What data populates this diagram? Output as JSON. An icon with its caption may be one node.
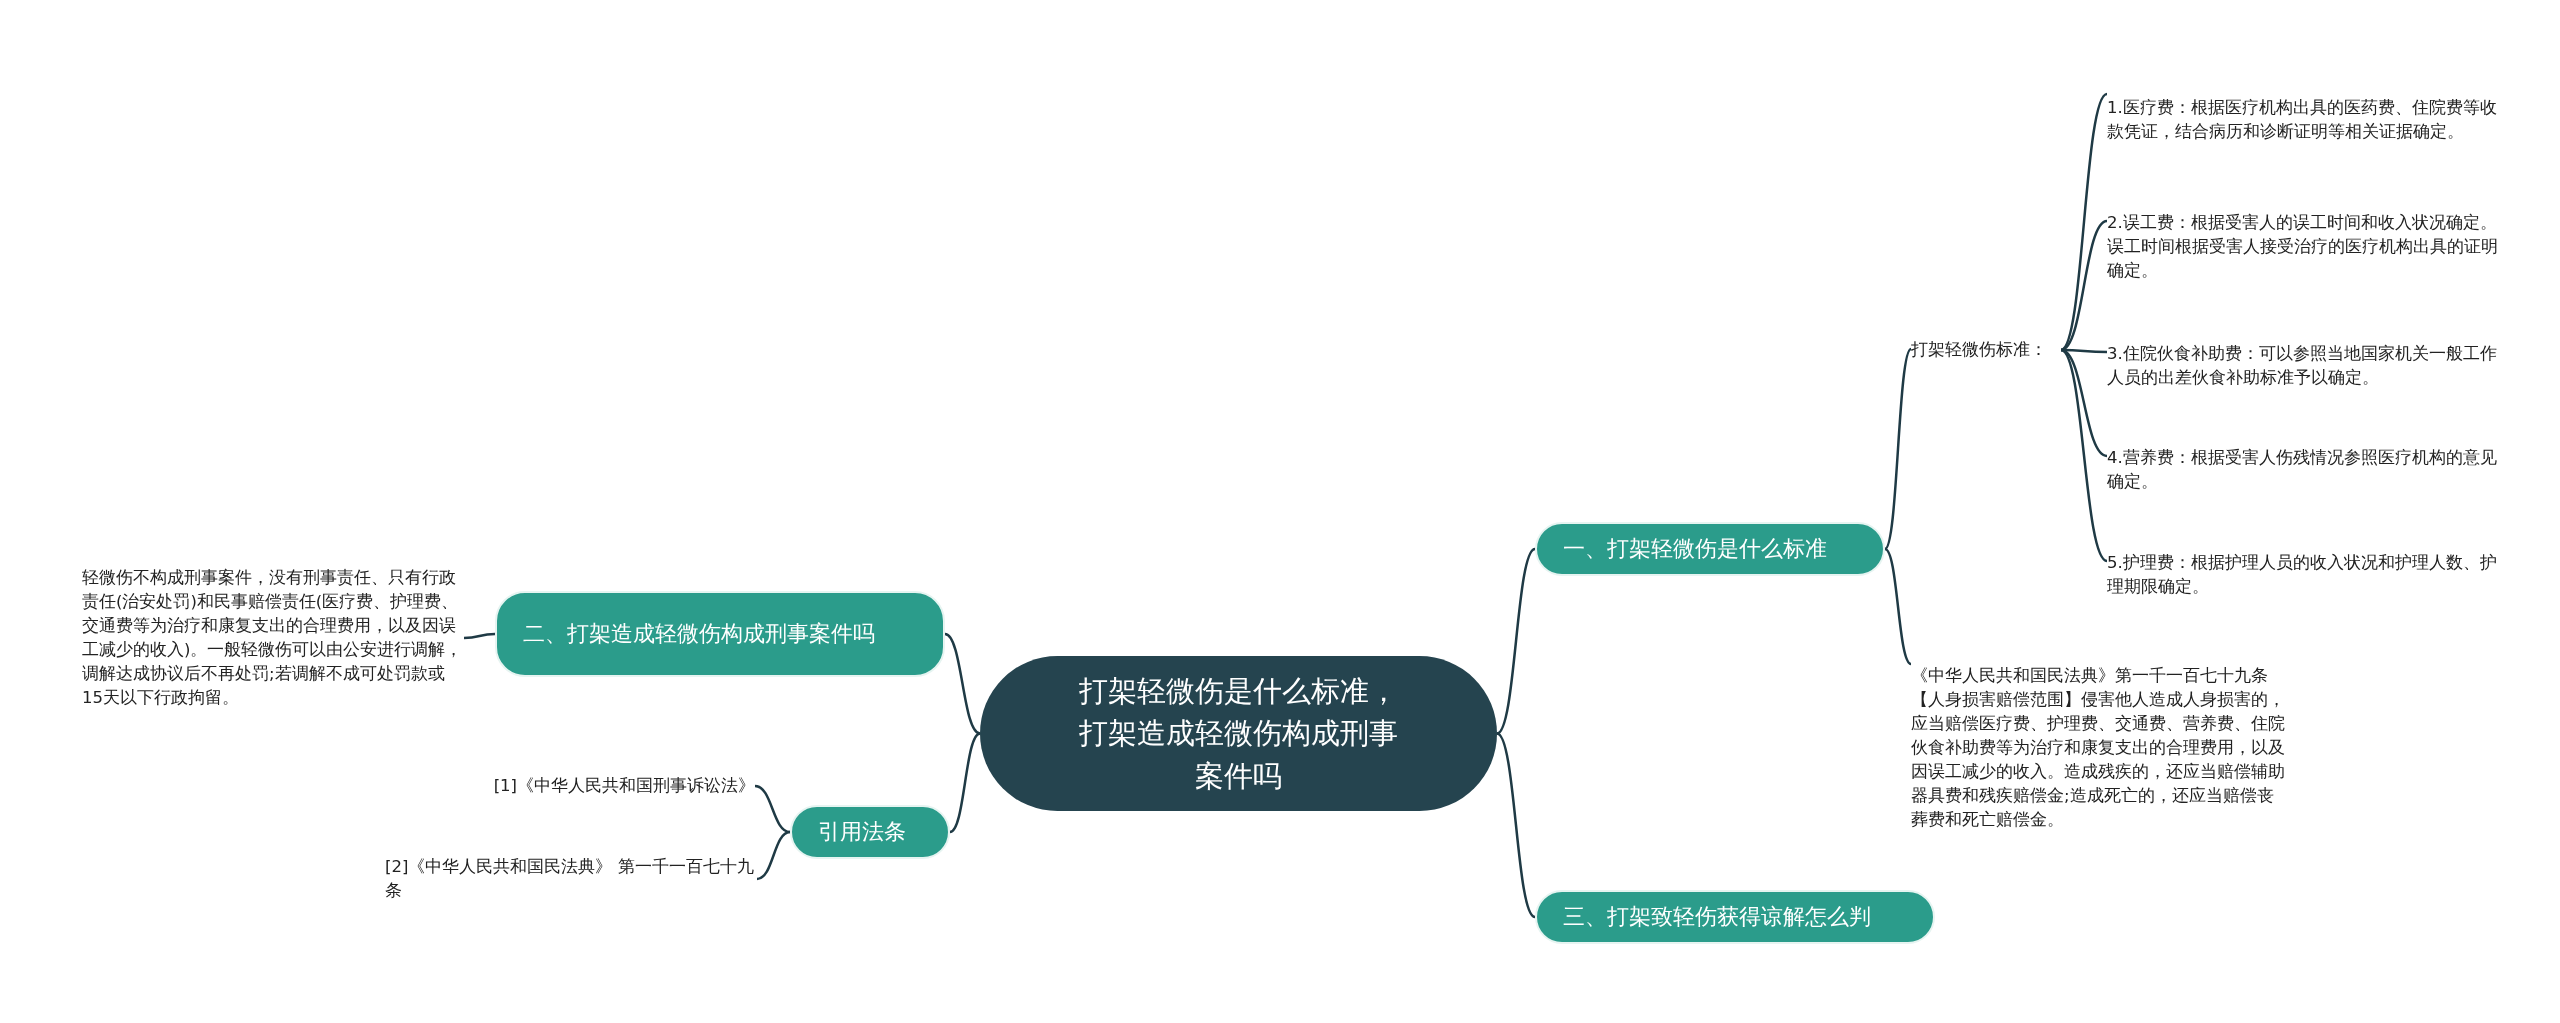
{
  "diagram": {
    "nodes": [
      {
        "text": [
          "打架轻微伤是什么标准，打架造成轻微伤构成刑事案件吗"
        ]
      },
      {
        "text": [
          "一、打架轻微伤是什么标准"
        ]
      },
      {
        "text": [
          "打架轻微伤标准："
        ]
      },
      {
        "text": [
          "1.医疗费：根据医疗机构出具的医药费、住院费等收款凭证，结合病历和诊断证明等相关证据确定。"
        ]
      },
      {
        "text": [
          "2.误工费：根据受害人的误工时间和收入状况确定。误工时间根据受害人接受治疗的医疗机构出具的证明确定。"
        ]
      },
      {
        "text": [
          "3.住院伙食补助费：可以参照当地国家机关一般工作人员的出差伙食补助标准予以确定。"
        ]
      },
      {
        "text": [
          "4.营养费：根据受害人伤残情况参照医疗机构的意见确定。"
        ]
      },
      {
        "text": [
          "5.护理费：根据护理人员的收入状况和护理人数、护理期限确定。"
        ]
      },
      {
        "text": [
          "《中华人民共和国民法典》第一千一百七十九条【人身损害赔偿范围】侵害他人造成人身损害的，应当赔偿医疗费、护理费、交通费、营养费、住院伙食补助费等为治疗和康复支出的合理费用，以及因误工减少的收入。造成残疾的，还应当赔偿辅助器具费和残疾赔偿金;造成死亡的，还应当赔偿丧葬费和死亡赔偿金。"
        ]
      },
      {
        "text": [
          "二、打架造成轻微伤构成刑事案件吗"
        ]
      },
      {
        "text": [
          "轻微伤不构成刑事案件，没有刑事责任、只有行政责任(治安处罚)和民事赔偿责任(医疗费、护理费、交通费等为治疗和康复支出的合理费用，以及因误工减少的收入)。一般轻微伤可以由公安进行调解，调解达成协议后不再处罚;若调解不成可处罚款或15天以下行政拘留。"
        ]
      },
      {
        "text": [
          "引用法条"
        ]
      },
      {
        "text": [
          "[1]《中华人民共和国刑事诉讼法》"
        ]
      },
      {
        "text": [
          "[2]《中华人民共和国民法典》 第一千一百七十九条"
        ]
      },
      {
        "text": [
          "三、打架致轻伤获得谅解怎么判"
        ]
      }
    ],
    "edges": [
      {
        "from": 0,
        "to": 1,
        "arrow": "none"
      },
      {
        "from": 1,
        "to": 2,
        "arrow": "none"
      },
      {
        "from": 2,
        "to": 3,
        "arrow": "none"
      },
      {
        "from": 2,
        "to": 4,
        "arrow": "none"
      },
      {
        "from": 2,
        "to": 5,
        "arrow": "none"
      },
      {
        "from": 2,
        "to": 6,
        "arrow": "none"
      },
      {
        "from": 2,
        "to": 7,
        "arrow": "none"
      },
      {
        "from": 1,
        "to": 8,
        "arrow": "none"
      },
      {
        "from": 0,
        "to": 9,
        "arrow": "none"
      },
      {
        "from": 9,
        "to": 10,
        "arrow": "none"
      },
      {
        "from": 0,
        "to": 11,
        "arrow": "none"
      },
      {
        "from": 11,
        "to": 12,
        "arrow": "none"
      },
      {
        "from": 11,
        "to": 13,
        "arrow": "none"
      },
      {
        "from": 0,
        "to": 14,
        "arrow": "none"
      }
    ]
  }
}
